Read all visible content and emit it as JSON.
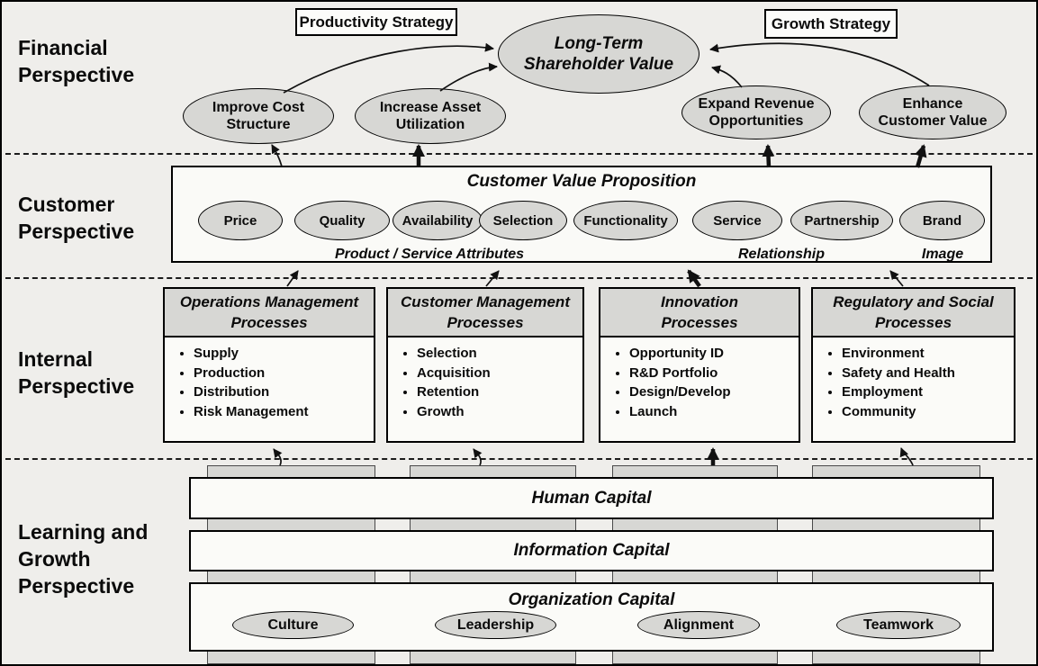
{
  "perspectives": {
    "financial": "Financial\nPerspective",
    "customer": "Customer\nPerspective",
    "internal": "Internal\nPerspective",
    "learning": "Learning and\nGrowth\nPerspective"
  },
  "financial": {
    "productivity_strategy": "Productivity Strategy",
    "growth_strategy": "Growth Strategy",
    "long_term": "Long-Term\nShareholder Value",
    "ovals": [
      "Improve Cost\nStructure",
      "Increase Asset\nUtilization",
      "Expand Revenue\nOpportunities",
      "Enhance\nCustomer Value"
    ]
  },
  "customer": {
    "title": "Customer Value Proposition",
    "ovals": [
      "Price",
      "Quality",
      "Availability",
      "Selection",
      "Functionality",
      "Service",
      "Partnership",
      "Brand"
    ],
    "groups": [
      "Product / Service Attributes",
      "Relationship",
      "Image"
    ]
  },
  "internal": {
    "boxes": [
      {
        "title": "Operations Management\nProcesses",
        "items": [
          "Supply",
          "Production",
          "Distribution",
          "Risk Management"
        ]
      },
      {
        "title": "Customer Management\nProcesses",
        "items": [
          "Selection",
          "Acquisition",
          "Retention",
          "Growth"
        ]
      },
      {
        "title": "Innovation\nProcesses",
        "items": [
          "Opportunity ID",
          "R&D Portfolio",
          "Design/Develop",
          "Launch"
        ]
      },
      {
        "title": "Regulatory and Social\nProcesses",
        "items": [
          "Environment",
          "Safety and Health",
          "Employment",
          "Community"
        ]
      }
    ]
  },
  "learning": {
    "bars": [
      "Human Capital",
      "Information Capital",
      "Organization Capital"
    ],
    "ovals": [
      "Culture",
      "Leadership",
      "Alignment",
      "Teamwork"
    ]
  },
  "colors": {
    "shape_fill": "#d7d7d4",
    "background": "#efeeeb",
    "line": "#111111"
  }
}
